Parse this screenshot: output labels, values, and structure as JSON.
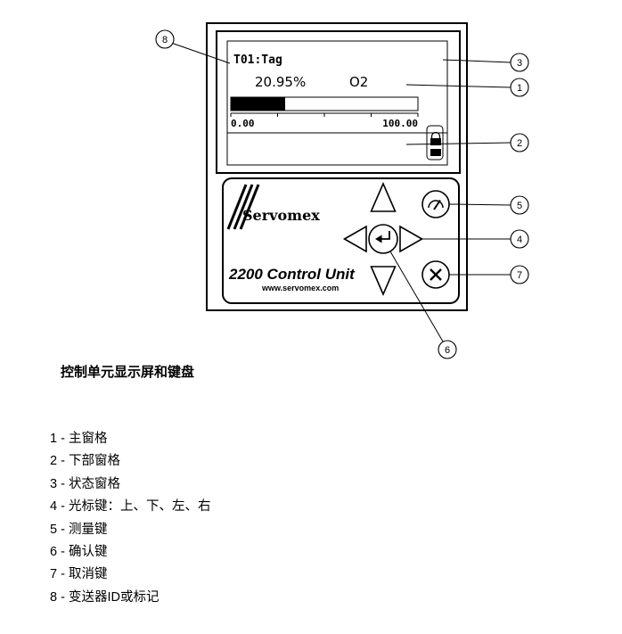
{
  "page": {
    "caption": "控制单元显示屏和键盘"
  },
  "device": {
    "screen": {
      "tag": "T01:Tag",
      "reading": "20.95%",
      "gas": "O2",
      "scale_min": "0.00",
      "scale_max": "100.00",
      "bar_fill_percent": 29,
      "status_icon": "padlock-icon"
    },
    "keypad": {
      "brand": "Servomex",
      "model": "2200 Control Unit",
      "website": "www.servomex.com",
      "icons": {
        "measure_key": "gauge-icon",
        "enter_key": "return-arrow-icon",
        "cancel_key": "x-cross-icon"
      }
    }
  },
  "callouts": [
    "1",
    "2",
    "3",
    "4",
    "5",
    "6",
    "7",
    "8"
  ],
  "legend": {
    "items": [
      "1 - 主窗格",
      "2 - 下部窗格",
      "3 - 状态窗格",
      "4 - 光标键：上、下、左、右",
      "5 - 测量键",
      "6 - 确认键",
      "7 - 取消键",
      "8 - 变送器ID或标记"
    ]
  }
}
